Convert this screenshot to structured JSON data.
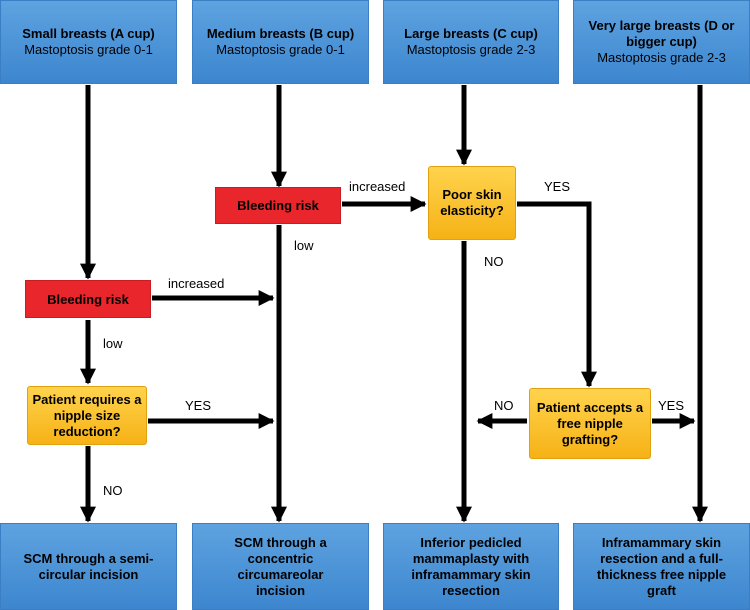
{
  "top_boxes": [
    {
      "title": "Small breasts (A cup)",
      "sub": "Mastoptosis grade 0-1"
    },
    {
      "title": "Medium breasts (B cup)",
      "sub": "Mastoptosis grade 0-1"
    },
    {
      "title": "Large breasts (C cup)",
      "sub": "Mastoptosis grade 2-3"
    },
    {
      "title": "Very large breasts (D or bigger cup)",
      "sub": "Mastoptosis grade 2-3"
    }
  ],
  "decisions": {
    "bleeding_risk_1": "Bleeding risk",
    "bleeding_risk_2": "Bleeding risk",
    "poor_skin": "Poor skin elasticity?",
    "nipple_reduction": "Patient requires a nipple size reduction?",
    "free_nipple": "Patient accepts a free nipple grafting?"
  },
  "labels": {
    "increased_1": "increased",
    "increased_2": "increased",
    "low_1": "low",
    "low_2": "low",
    "yes_1": "YES",
    "yes_2": "YES",
    "yes_3": "YES",
    "no_1": "NO",
    "no_2": "NO",
    "no_3": "NO"
  },
  "outcomes": [
    "SCM through a semi-circular incision",
    "SCM through a concentric circumareolar incision",
    "Inferior pedicled mammaplasty with inframammary skin resection",
    "Inframammary skin resection and a full-thickness free nipple graft"
  ]
}
